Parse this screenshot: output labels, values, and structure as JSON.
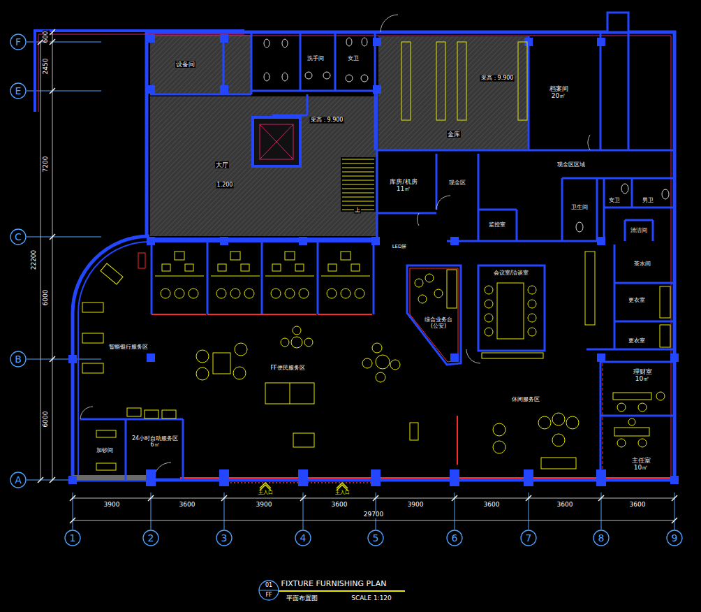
{
  "diagram": {
    "title": "FIXTURE FURNISHING PLAN",
    "nodes": [
      {
        "text": [
          "F"
        ]
      },
      {
        "text": [
          "E"
        ]
      },
      {
        "text": [
          "C"
        ]
      },
      {
        "text": [
          "B"
        ]
      },
      {
        "text": [
          "A"
        ]
      },
      {
        "text": [
          "1"
        ]
      },
      {
        "text": [
          "2"
        ]
      },
      {
        "text": [
          "3"
        ]
      },
      {
        "text": [
          "4"
        ]
      },
      {
        "text": [
          "5"
        ]
      },
      {
        "text": [
          "6"
        ]
      },
      {
        "text": [
          "7"
        ]
      },
      {
        "text": [
          "8"
        ]
      },
      {
        "text": [
          "9"
        ]
      },
      {
        "text": [
          "设备间"
        ]
      },
      {
        "text": [
          "洗手间"
        ]
      },
      {
        "text": [
          "女卫"
        ]
      },
      {
        "text": [
          "大厅"
        ]
      },
      {
        "text": [
          "金库"
        ]
      },
      {
        "text": [
          "档案间",
          "20㎡"
        ]
      },
      {
        "text": [
          "库房/机房",
          "11㎡"
        ]
      },
      {
        "text": [
          "现金区"
        ]
      },
      {
        "text": [
          "监控室"
        ]
      },
      {
        "text": [
          "卫生间"
        ]
      },
      {
        "text": [
          "女卫"
        ]
      },
      {
        "text": [
          "男卫"
        ]
      },
      {
        "text": [
          "清洁间"
        ]
      },
      {
        "text": [
          "茶水间"
        ]
      },
      {
        "text": [
          "更衣室"
        ]
      },
      {
        "text": [
          "更衣室"
        ]
      },
      {
        "text": [
          "理财室",
          "10㎡"
        ]
      },
      {
        "text": [
          "主任室",
          "10㎡"
        ]
      },
      {
        "text": [
          "综合业务台",
          "(公安)"
        ]
      },
      {
        "text": [
          "会议室/洽谈室"
        ]
      },
      {
        "text": [
          "24小时自助服务区",
          "6㎡"
        ]
      },
      {
        "text": [
          "加钞间"
        ]
      },
      {
        "text": [
          "01",
          "FF"
        ]
      }
    ],
    "labels": [
      "600",
      "2450",
      "7200",
      "6000",
      "6000",
      "22200",
      "3900",
      "3600",
      "3900",
      "3600",
      "3900",
      "3600",
      "3600",
      "3600",
      "29700",
      "1.200",
      "采高：9.900",
      "采高：9.900",
      "上",
      "现金区区域",
      "智能银行服务区",
      "FF便民服务区",
      "休闲服务区",
      "主入口",
      "主入口",
      "LED屏",
      "平面布置图",
      "SCALE 1:120"
    ]
  }
}
